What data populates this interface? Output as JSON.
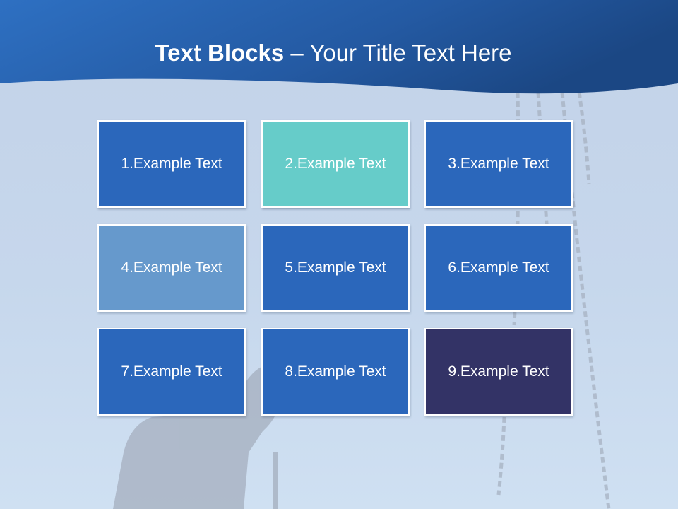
{
  "slide": {
    "title_bold": "Text Blocks",
    "title_rest": " – Your Title Text Here"
  },
  "colors": {
    "header_dark": "#1c4a88",
    "header_light": "#2d6ec0",
    "block_blue": "#2b67bb",
    "block_teal": "#66ccc9",
    "block_light_blue": "#6699cc",
    "block_navy": "#333366"
  },
  "blocks": [
    {
      "label": "1.Example Text",
      "color": "#2b67bb"
    },
    {
      "label": "2.Example Text",
      "color": "#66ccc9"
    },
    {
      "label": "3.Example Text",
      "color": "#2b67bb"
    },
    {
      "label": "4.Example Text",
      "color": "#6699cc"
    },
    {
      "label": "5.Example Text",
      "color": "#2b67bb"
    },
    {
      "label": "6.Example Text",
      "color": "#2b67bb"
    },
    {
      "label": "7.Example Text",
      "color": "#2b67bb"
    },
    {
      "label": "8.Example Text",
      "color": "#2b67bb"
    },
    {
      "label": "9.Example Text",
      "color": "#333366"
    }
  ]
}
